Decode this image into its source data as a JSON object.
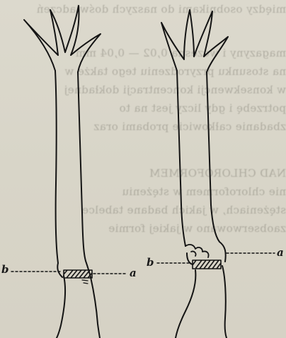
{
  "page": {
    "bleed_through_lines": [
      "między osobnikami do naszych doświadczeń",
      "magazyny i wczesna 0,02 — 0,04 mm",
      "na stosunku przyrodzeniu tego także w",
      "w konsekwencji koncentracji dokładnej",
      "potrzebę i gdy liczy jest na to",
      "zbadanie całkowicie probami oraz"
    ],
    "bleed_through_lower": [
      "NAD CHLOROFORMEM",
      "nie chloroformem w stężeniu",
      "stężeniach, w jakich badane tabelce",
      "zaobserwowano w jakiej formie"
    ]
  },
  "figure": {
    "left_polyp": {
      "label_b": "b",
      "label_a": "a"
    },
    "right_polyp": {
      "label_b": "b",
      "label_a": "a"
    }
  }
}
